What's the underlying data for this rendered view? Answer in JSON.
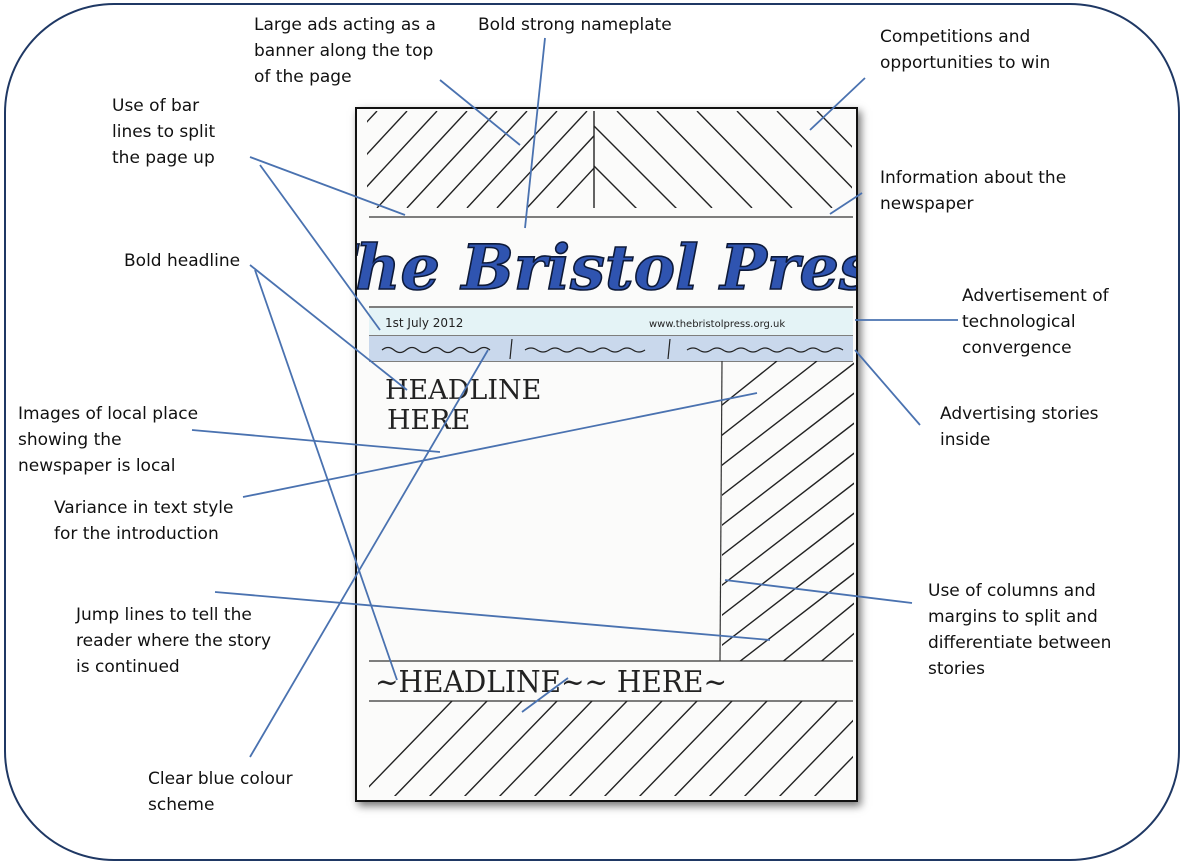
{
  "labels": {
    "large_ads": "Large ads acting as a\nbanner along the top\nof the page",
    "bold_nameplate": "Bold strong nameplate",
    "competitions": "Competitions and\nopportunities to win",
    "bar_lines": "Use of bar\nlines to split\nthe page up",
    "info_newspaper": "Information about the\nnewspaper",
    "bold_headline": "Bold headline",
    "tech_convergence": "Advertisement of\ntechnological\nconvergence",
    "advertising_stories": "Advertising stories\ninside",
    "images_local": "Images of local place\nshowing the\nnewspaper is local",
    "variance_text": "Variance in text style\nfor the introduction",
    "columns_margins": "Use of columns and\nmargins to split and\ndifferentiate between\nstories",
    "jump_lines": "Jump lines to tell the\nreader where the story\nis continued",
    "blue_colour": "Clear blue colour\nscheme"
  },
  "sketch": {
    "nameplate": "The Bristol Press",
    "date": "1st July 2012",
    "website": "www.thebristolpress.org.uk",
    "headline_1_line1": "HEADLINE",
    "headline_1_line2": "HERE",
    "headline_2": "~HEADLINE~~ HERE~"
  },
  "colors": {
    "leader_line": "#4a72b0",
    "frame_border": "#1f3864",
    "nameplate_blue": "#2f54b0",
    "dateline_band": "#e4f3f6",
    "strip_band": "#c9d8ec"
  }
}
